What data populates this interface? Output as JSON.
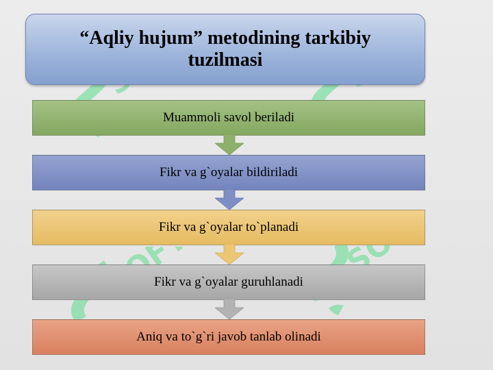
{
  "diagram": {
    "title": "“Aqliy hujum” metodining tarkibiy tuzilmasi",
    "steps": [
      {
        "label": "Muammoli savol beriladi",
        "color": "#8fb06c"
      },
      {
        "label": "Fikr va g`oyalar bildiriladi",
        "color": "#7f8fc6"
      },
      {
        "label": "Fikr va g`oyalar to`planadi",
        "color": "#ecc672"
      },
      {
        "label": "Fikr va g`oyalar guruhlanadi",
        "color": "#b3b3b3"
      },
      {
        "label": "Aniq va to`g`ri javob tanlab olinadi",
        "color": "#e08e6c"
      }
    ],
    "arrow_colors": [
      "#8fb06c",
      "#7f8fc6",
      "#ecc672",
      "#b3b3b3"
    ]
  },
  "watermark": {
    "text": "SOFT",
    "color": "#5ddc8e"
  }
}
